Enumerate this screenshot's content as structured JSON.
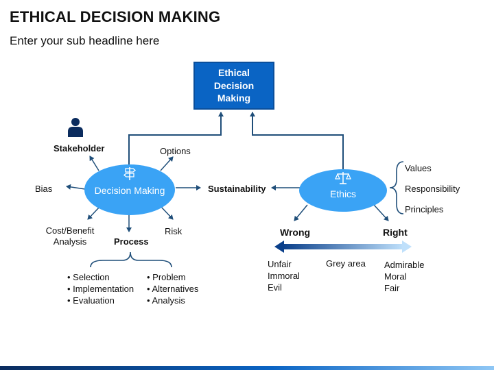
{
  "title": "ETHICAL DECISION MAKING",
  "subtitle": "Enter your sub headline here",
  "center_box": "Ethical Decision Making",
  "left_node": "Decision Making",
  "right_node": "Ethics",
  "left_branches": {
    "stakeholder": "Stakeholder",
    "options": "Options",
    "bias": "Bias",
    "cost_benefit": "Cost/Benefit Analysis",
    "risk": "Risk",
    "process": "Process"
  },
  "sustainability": "Sustainability",
  "process_items_left": [
    "Selection",
    "Implementation",
    "Evaluation"
  ],
  "process_items_right": [
    "Problem",
    "Alternatives",
    "Analysis"
  ],
  "ethics_items": [
    "Values",
    "Responsibility",
    "Principles"
  ],
  "wrong": "Wrong",
  "right": "Right",
  "grey_area": "Grey area",
  "wrong_items": [
    "Unfair",
    "Immoral",
    "Evil"
  ],
  "right_items": [
    "Admirable",
    "Moral",
    "Fair"
  ],
  "colors": {
    "box": "#0a64c4",
    "ellipse": "#3aa3f5",
    "line": "#1f4e79",
    "gradient_dark": "#0a3f8a",
    "gradient_light": "#bfe0fb"
  },
  "icons": {
    "stakeholder": "person-icon",
    "decision": "signpost-icon",
    "ethics": "scales-icon"
  }
}
